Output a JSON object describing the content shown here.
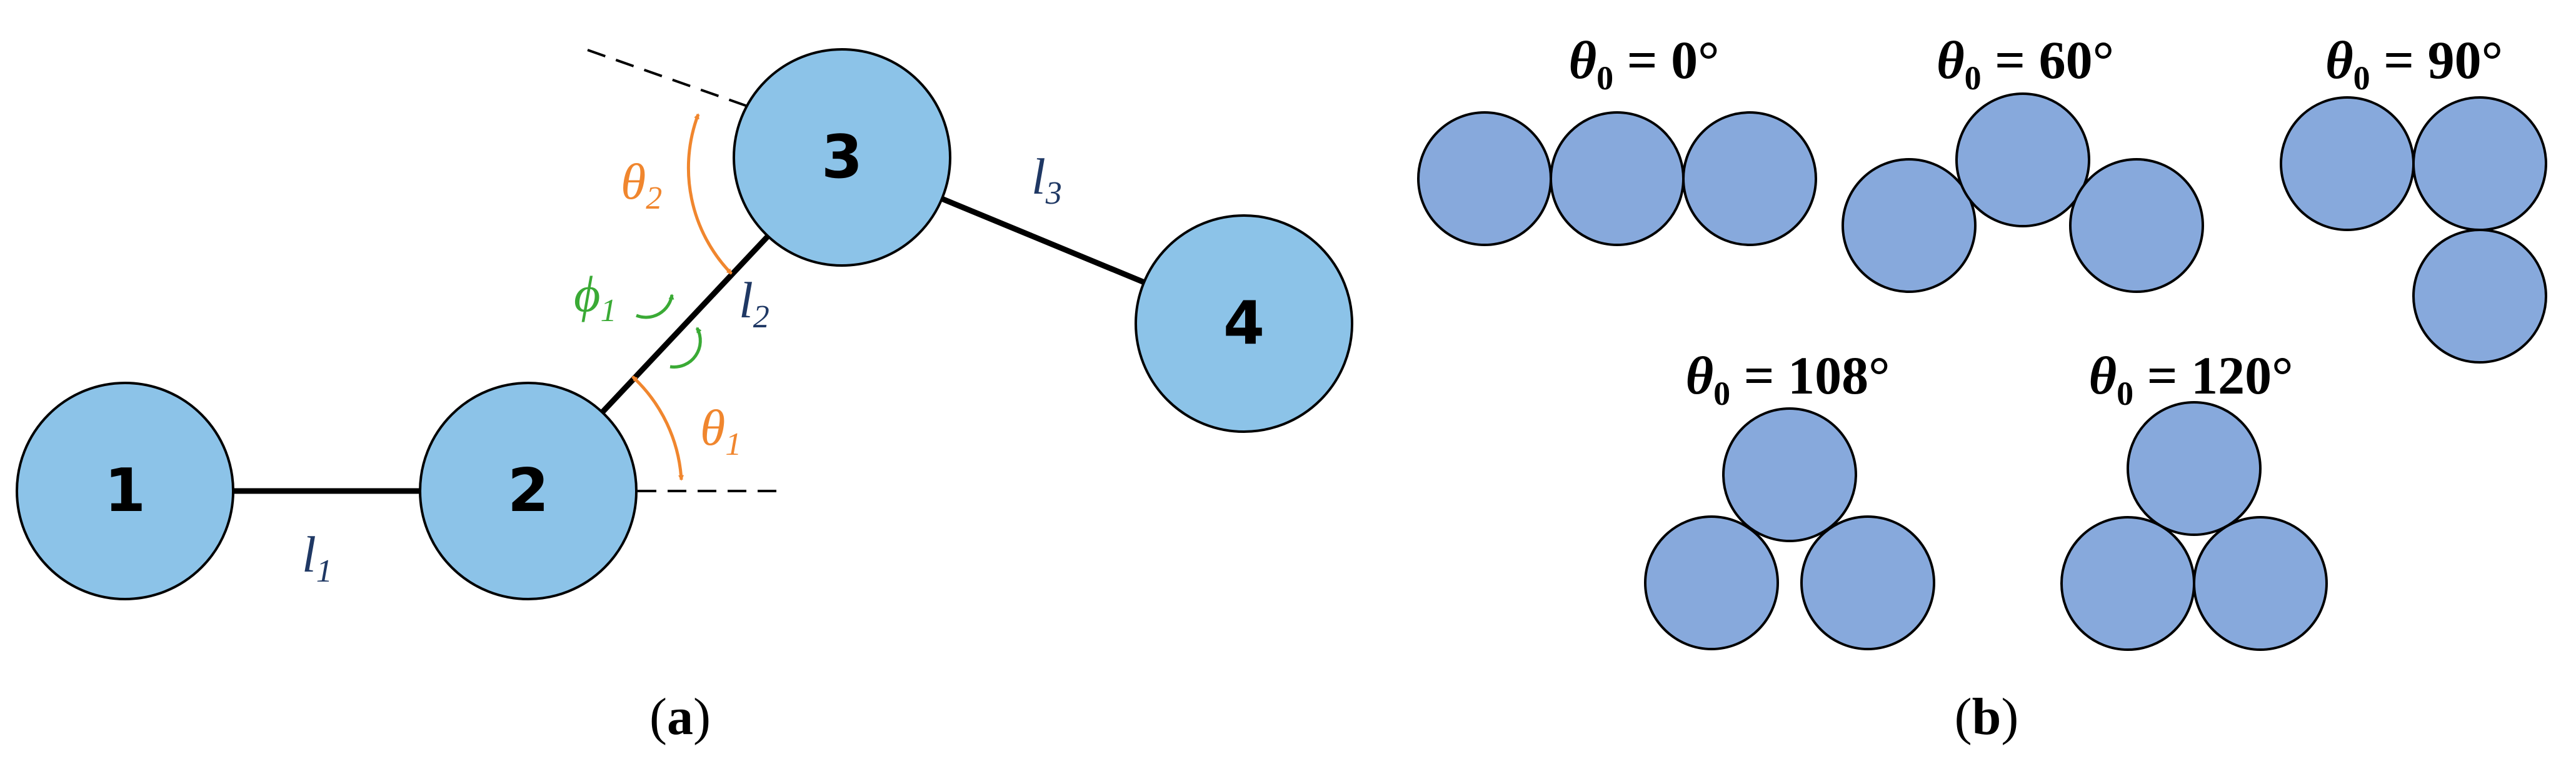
{
  "panel_a": {
    "nodes": [
      "1",
      "2",
      "3",
      "4"
    ],
    "bond_labels": [
      {
        "sym": "l",
        "sub": "1"
      },
      {
        "sym": "l",
        "sub": "2"
      },
      {
        "sym": "l",
        "sub": "3"
      }
    ],
    "angle_labels": [
      {
        "sym": "θ",
        "sub": "1"
      },
      {
        "sym": "θ",
        "sub": "2"
      }
    ],
    "dihedral_label": {
      "sym": "ϕ",
      "sub": "1"
    },
    "caption": {
      "open": "(",
      "letter": "a",
      "close": ")"
    },
    "colors": {
      "node_fill": "#8cc3e8",
      "angle": "#f0862e",
      "dihedral": "#3aaa35",
      "bond_label": "#1f3864"
    }
  },
  "panel_b": {
    "configs": [
      {
        "sym": "θ",
        "sub": "0",
        "rest": " = 0°"
      },
      {
        "sym": "θ",
        "sub": "0",
        "rest": " = 60°"
      },
      {
        "sym": "θ",
        "sub": "0",
        "rest": " = 90°"
      },
      {
        "sym": "θ",
        "sub": "0",
        "rest": " = 108°"
      },
      {
        "sym": "θ",
        "sub": "0",
        "rest": " = 120°"
      }
    ],
    "caption": {
      "open": "(",
      "letter": "b",
      "close": ")"
    },
    "colors": {
      "bead_fill": "#87a9dc"
    }
  }
}
